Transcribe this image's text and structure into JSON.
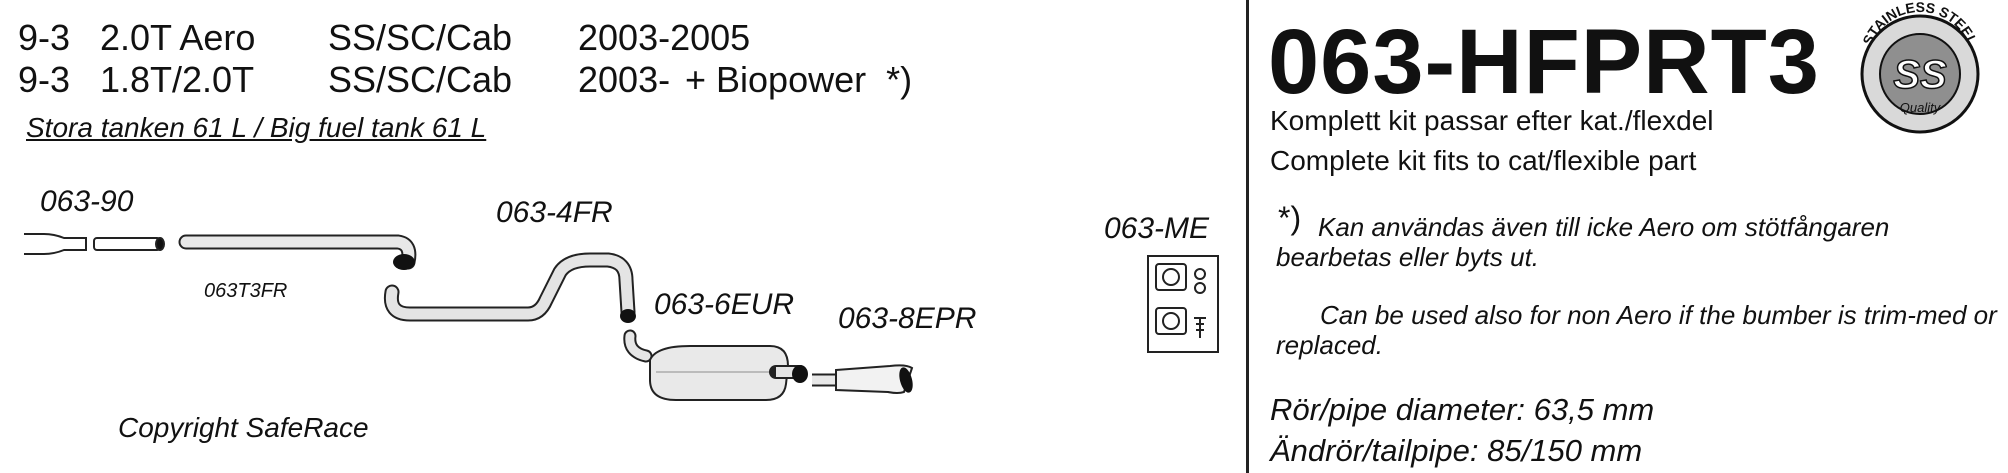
{
  "header": {
    "rows": [
      {
        "model": "9-3",
        "engine": "2.0T Aero",
        "body": "SS/SC/Cab",
        "years": "2003-2005",
        "extra": ""
      },
      {
        "model": "9-3",
        "engine": "1.8T/2.0T",
        "body": "SS/SC/Cab",
        "years": "2003-",
        "extra": "+ Biopower  *)"
      }
    ],
    "tank_note": "Stora tanken 61 L / Big fuel tank 61 L"
  },
  "parts": {
    "p1": "063-90",
    "p2": "063T3FR",
    "p3": "063-4FR",
    "p4": "063-6EUR",
    "p5": "063-8EPR",
    "p6": "063-ME"
  },
  "copyright": "Copyright SafeRace",
  "product": {
    "code": "063-HFPRT3",
    "desc_sv": "Komplett kit passar efter kat./flexdel",
    "desc_en": "Complete kit fits to cat/flexible part",
    "note_marker": "*)",
    "note_sv": "Kan användas även till icke Aero om stötfångaren bearbetas eller byts ut.",
    "note_en": "Can be used also for non Aero if the bumber is trim-med or replaced.",
    "pipe_diameter": "Rör/pipe diameter: 63,5 mm",
    "tailpipe": "Ändrör/tailpipe: 85/150 mm"
  },
  "badge": {
    "text_top": "STAINLESS STEEL",
    "text_mid": "SS",
    "text_bottom": "Quality"
  }
}
